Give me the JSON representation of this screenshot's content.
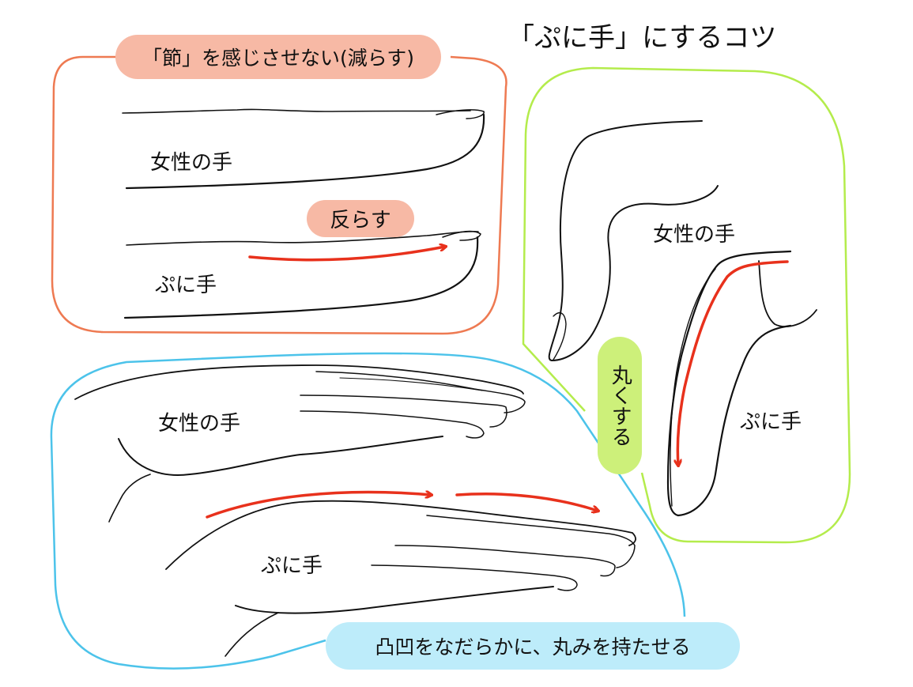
{
  "title": "「ぷに手」にするコツ",
  "colors": {
    "orange_frame": "#ee7a52",
    "orange_pill": "#f7b9a5",
    "green_frame": "#b4ec4c",
    "green_pill": "#cdf07a",
    "blue_frame": "#4cc3ea",
    "blue_pill": "#bdecfa",
    "arrow": "#e8311c",
    "line": "#111111"
  },
  "panel_finger_side": {
    "header": "「節」を感じさせない(減らす)",
    "label_female": "女性の手",
    "tip": "反らす",
    "label_puni": "ぷに手"
  },
  "panel_finger_front": {
    "label_female": "女性の手",
    "tip": "丸くする",
    "label_puni": "ぷに手"
  },
  "panel_hand_side": {
    "label_female": "女性の手",
    "label_puni": "ぷに手",
    "footer": "凸凹をなだらかに、丸みを持たせる"
  }
}
